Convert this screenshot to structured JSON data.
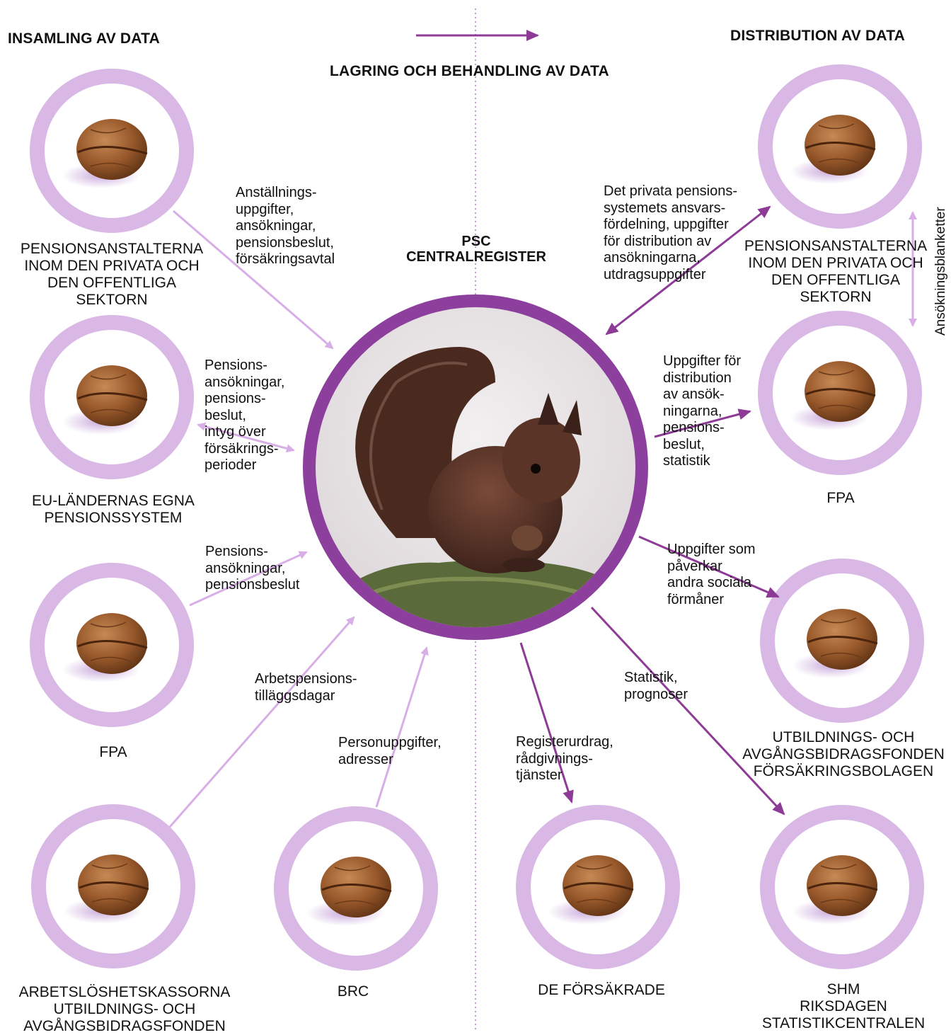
{
  "headings": {
    "collection": "INSAMLING AV DATA",
    "storage": "LAGRING OCH BEHANDLING AV DATA",
    "distribution": "DISTRIBUTION AV DATA"
  },
  "center": {
    "title": "PSC\nCENTRALREGISTER",
    "image": "squirrel-photo"
  },
  "sources": [
    {
      "label": "PENSIONSANSTALTERNA\nINOM DEN PRIVATA OCH\nDEN OFFENTLIGA\nSEKTORN",
      "icon": "walnut-icon"
    },
    {
      "label": "EU-LÄNDERNAS EGNA\nPENSIONSSYSTEM",
      "icon": "walnut-icon"
    },
    {
      "label": "FPA",
      "icon": "walnut-icon"
    },
    {
      "label": "ARBETSLÖSHETSKASSORNA\nUTBILDNINGS- OCH\nAVGÅNGSBIDRAGSFONDEN",
      "icon": "walnut-icon"
    },
    {
      "label": "BRC",
      "icon": "walnut-icon"
    }
  ],
  "destinations": [
    {
      "label": "PENSIONSANSTALTERNA\nINOM DEN PRIVATA OCH\nDEN OFFENTLIGA\nSEKTORN",
      "icon": "walnut-icon"
    },
    {
      "label": "FPA",
      "icon": "walnut-icon"
    },
    {
      "label": "UTBILDNINGS- OCH\nAVGÅNGSBIDRAGSFONDEN\nFÖRSÄKRINGSBOLAGEN",
      "icon": "walnut-icon"
    },
    {
      "label": "SHM\nRIKSDAGEN\nSTATISTIKCENTRALEN",
      "icon": "walnut-icon"
    },
    {
      "label": "DE FÖRSÄKRADE",
      "icon": "walnut-icon"
    }
  ],
  "flows": {
    "employment": "Anställnings-\nuppgifter,\nansökningar,\npensionsbeslut,\nförsäkringsavtal",
    "eu": "Pensions-\nansökningar,\npensions-\nbeslut,\nintyg över\nförsäkrings-\nperioder",
    "fpa_in": "Pensions-\nansökningar,\npensionsbeslut",
    "supplement_days": "Arbetspensions-\ntilläggsdagar",
    "personal_data": "Personuppgifter,\nadresser",
    "private_system": "Det privata pensions-\nsystemets ansvars-\nfördelning, uppgifter\nför distribution av\nansökningarna,\nutdragsuppgifter",
    "fpa_out": "Uppgifter för\ndistribution\nav ansök-\nningarna,\npensions-\nbeslut,\nstatistik",
    "social_benefits": "Uppgifter som\npåverkar\nandra sociala\nförmåner",
    "statistics": "Statistik,\nprognoser",
    "register_extract": "Registerurdrag,\nrådgivnings-\ntjänster",
    "application_forms": "Ansökningsblanketter"
  },
  "colors": {
    "ring": "#d9b8e6",
    "center_ring": "#8c3f9c",
    "arrow_light": "#d8aee6",
    "arrow_dark": "#8e3b98",
    "walnut": "#9a5a2c"
  }
}
